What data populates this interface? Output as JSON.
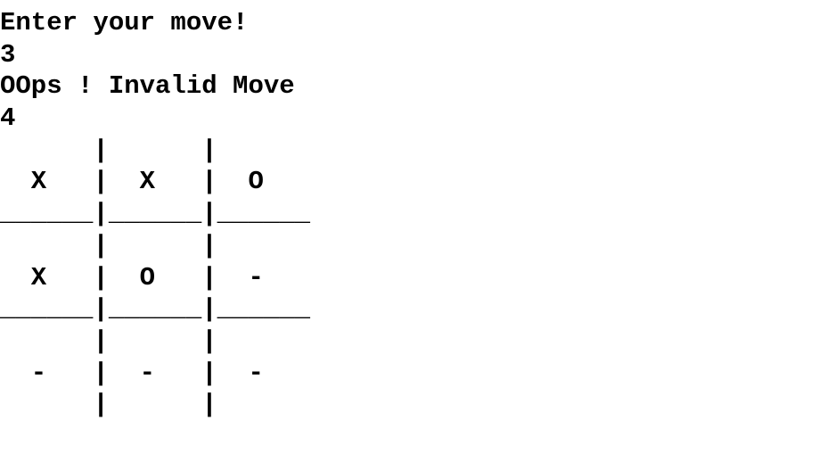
{
  "console": {
    "prompt": "Enter your move!",
    "input_1": "3",
    "error_message": "OOps ! Invalid Move",
    "input_2": "4"
  },
  "board": {
    "cells": [
      [
        "X",
        "X",
        "O"
      ],
      [
        "X",
        "O",
        "-"
      ],
      [
        "-",
        "-",
        "-"
      ]
    ],
    "lines": [
      "      |      |",
      "  X   |  X   |  O",
      "______|______|______",
      "      |      |",
      "  X   |  O   |  -",
      "______|______|______",
      "      |      |",
      "  -   |  -   |  -",
      "      |      |"
    ]
  }
}
